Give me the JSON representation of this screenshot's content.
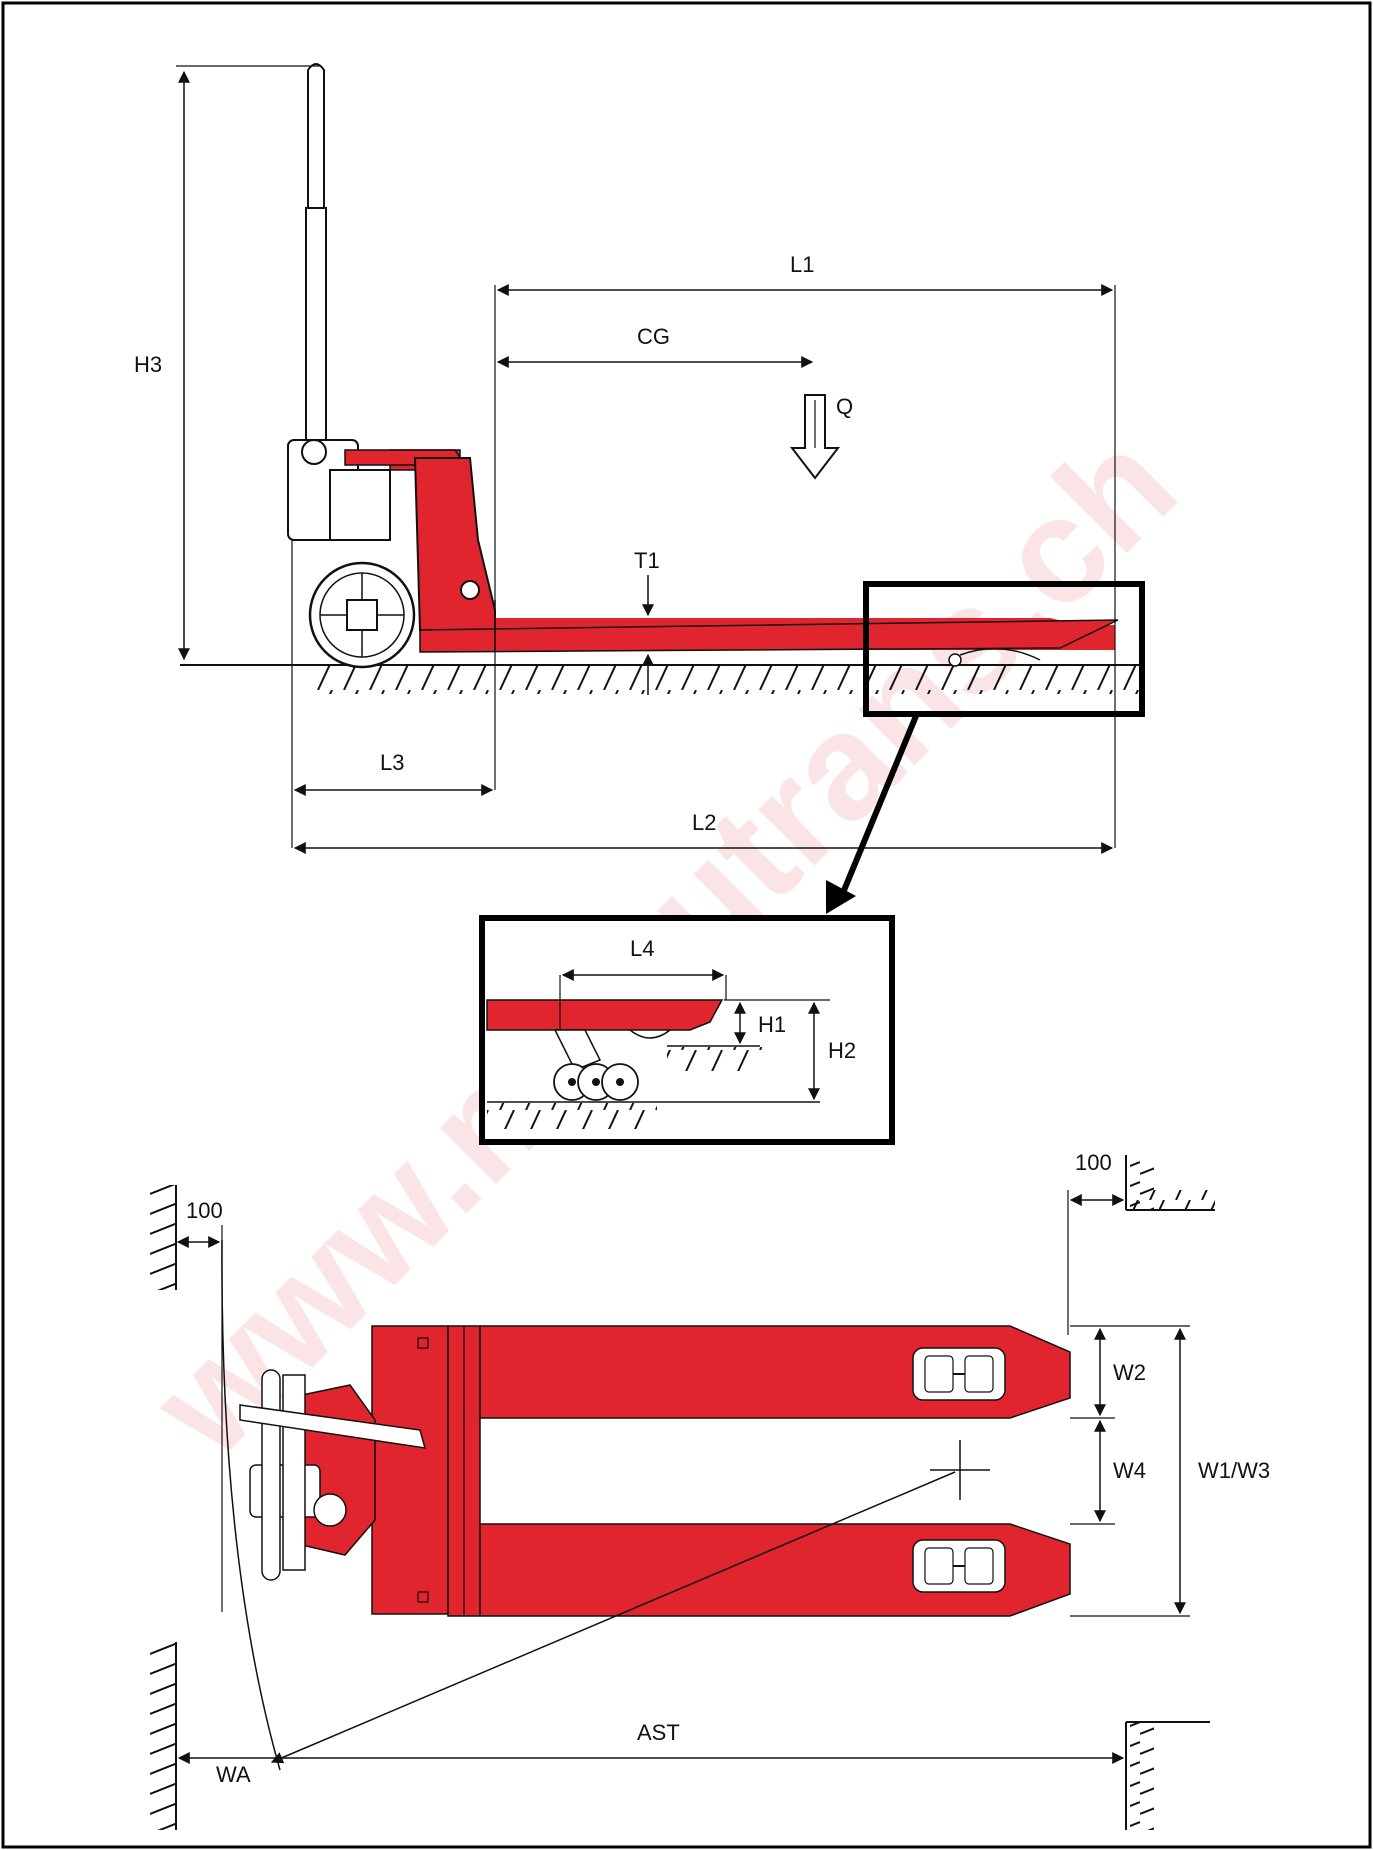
{
  "watermark": "www.manutrans.ch",
  "colors": {
    "fork": "#e1252f",
    "line": "#111111",
    "frame": "#000000"
  },
  "side_view": {
    "labels": {
      "h3": "H3",
      "l1": "L1",
      "cg": "CG",
      "q": "Q",
      "t1": "T1",
      "l3": "L3",
      "l2": "L2"
    }
  },
  "detail_view": {
    "labels": {
      "l4": "L4",
      "h1": "H1",
      "h2": "H2"
    }
  },
  "top_view": {
    "labels": {
      "clearance_left": "100",
      "clearance_right": "100",
      "w2": "W2",
      "w4": "W4",
      "w1w3": "W1/W3",
      "wa": "WA",
      "ast": "AST"
    }
  }
}
